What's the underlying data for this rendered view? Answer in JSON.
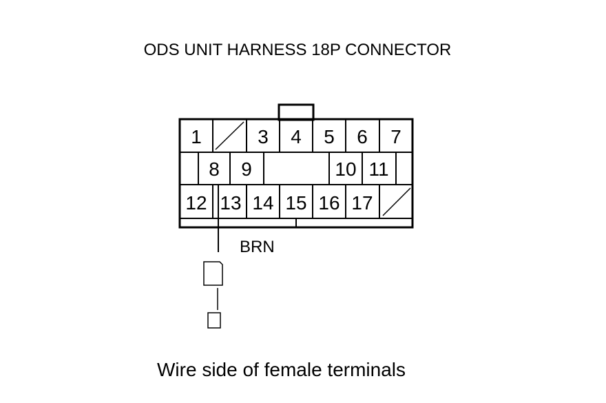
{
  "title": "ODS UNIT HARNESS 18P CONNECTOR",
  "caption": "Wire side of female terminals",
  "wire": {
    "color_label": "BRN",
    "terminal": "13"
  },
  "connector": {
    "rows": [
      [
        "1",
        "",
        "3",
        "4",
        "5",
        "6",
        "7"
      ],
      [
        "8",
        "9",
        "10",
        "11"
      ],
      [
        "12",
        "13",
        "14",
        "15",
        "16",
        "17",
        ""
      ]
    ]
  },
  "colors": {
    "line": "#000000",
    "background": "#ffffff"
  }
}
